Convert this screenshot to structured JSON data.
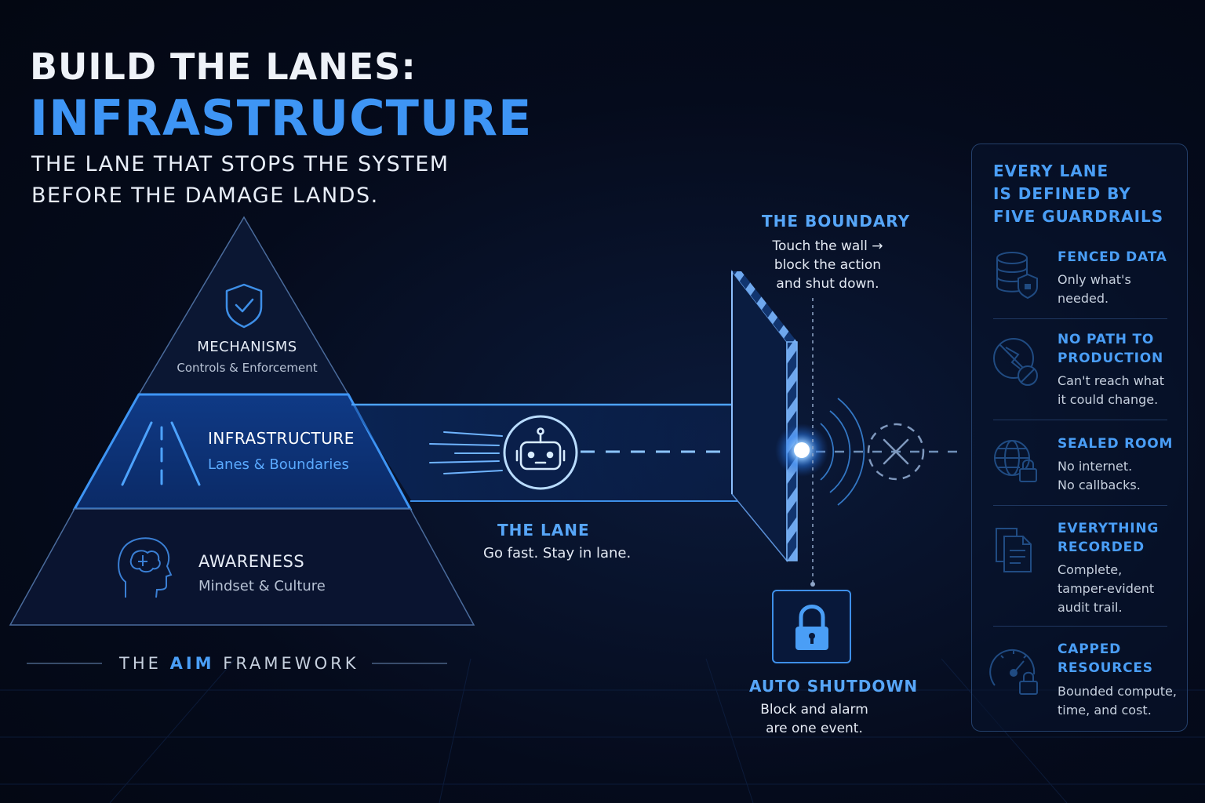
{
  "header": {
    "title_line1": "BUILD THE LANES:",
    "title_line2": "INFRASTRUCTURE",
    "subtitle": "THE LANE THAT STOPS THE SYSTEM BEFORE THE DAMAGE LANDS."
  },
  "pyramid": {
    "tiers": [
      {
        "title": "MECHANISMS",
        "subtitle": "Controls & Enforcement",
        "icon": "shield-check-icon"
      },
      {
        "title": "INFRASTRUCTURE",
        "subtitle": "Lanes & Boundaries",
        "icon": "road-icon"
      },
      {
        "title": "AWARENESS",
        "subtitle": "Mindset & Culture",
        "icon": "brain-head-icon"
      }
    ],
    "framework_prefix": "THE",
    "framework_highlight": "AIM",
    "framework_suffix": "FRAMEWORK"
  },
  "lane": {
    "title": "THE LANE",
    "desc": "Go fast. Stay in lane.",
    "icon": "robot-icon"
  },
  "boundary": {
    "title": "THE BOUNDARY",
    "desc_line1": "Touch the wall →",
    "desc_line2": "block the action",
    "desc_line3": "and shut down."
  },
  "shutdown": {
    "title": "AUTO SHUTDOWN",
    "desc_line1": "Block and alarm",
    "desc_line2": "are one event.",
    "icon": "lock-icon"
  },
  "guardrails": {
    "heading_line1": "EVERY LANE",
    "heading_line2": "IS DEFINED BY",
    "heading_line3": "FIVE GUARDRAILS",
    "items": [
      {
        "title": "FENCED DATA",
        "desc": "Only what's needed.",
        "icon": "database-shield-icon"
      },
      {
        "title": "NO PATH TO PRODUCTION",
        "desc": "Can't reach what it could change.",
        "icon": "no-path-icon"
      },
      {
        "title": "SEALED ROOM",
        "desc": "No internet. No callbacks.",
        "icon": "globe-lock-icon"
      },
      {
        "title": "EVERYTHING RECORDED",
        "desc": "Complete, tamper-evident audit trail.",
        "icon": "documents-icon"
      },
      {
        "title": "CAPPED RESOURCES",
        "desc": "Bounded compute, time, and cost.",
        "icon": "gauge-lock-icon"
      }
    ]
  },
  "colors": {
    "accent": "#3e95f5",
    "accent_light": "#57a6f8",
    "background": "#050b1c",
    "panel_border": "#24406b"
  }
}
